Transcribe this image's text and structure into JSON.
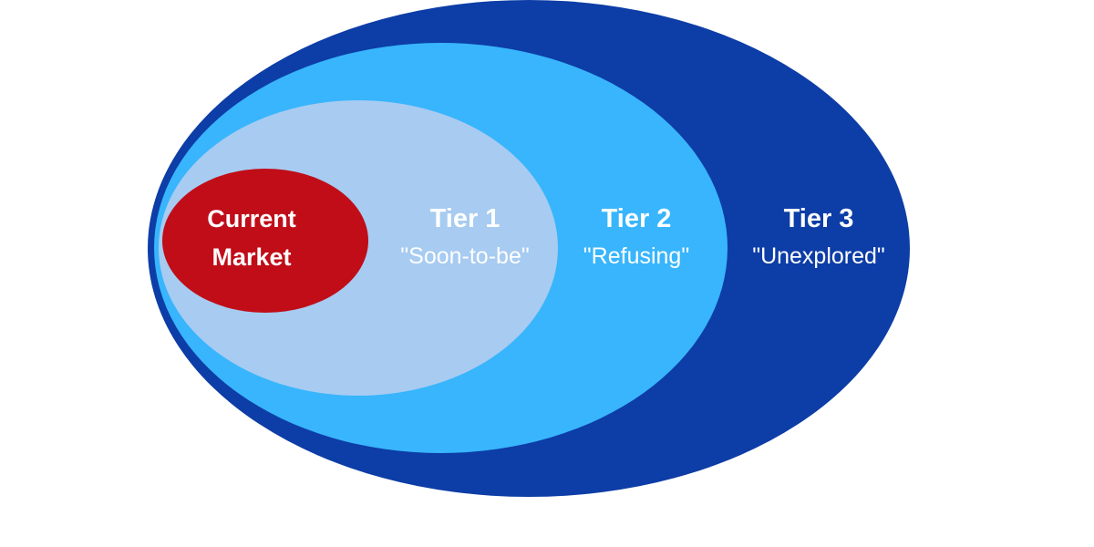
{
  "diagram": {
    "type": "nested-ellipses-market-tiers",
    "background": "#ffffff",
    "text_color": "#ffffff",
    "rings": [
      {
        "id": "current-market",
        "label_line1": "Current",
        "label_line2": "Market",
        "color": "#c00d18"
      },
      {
        "id": "tier1",
        "title": "Tier 1",
        "subtitle": "\"Soon-to-be\"",
        "color": "#a7cbf1"
      },
      {
        "id": "tier2",
        "title": "Tier 2",
        "subtitle": "\"Refusing\"",
        "color": "#38b5fc"
      },
      {
        "id": "tier3",
        "title": "Tier 3",
        "subtitle": "\"Unexplored\"",
        "color": "#0d3da6"
      }
    ]
  }
}
